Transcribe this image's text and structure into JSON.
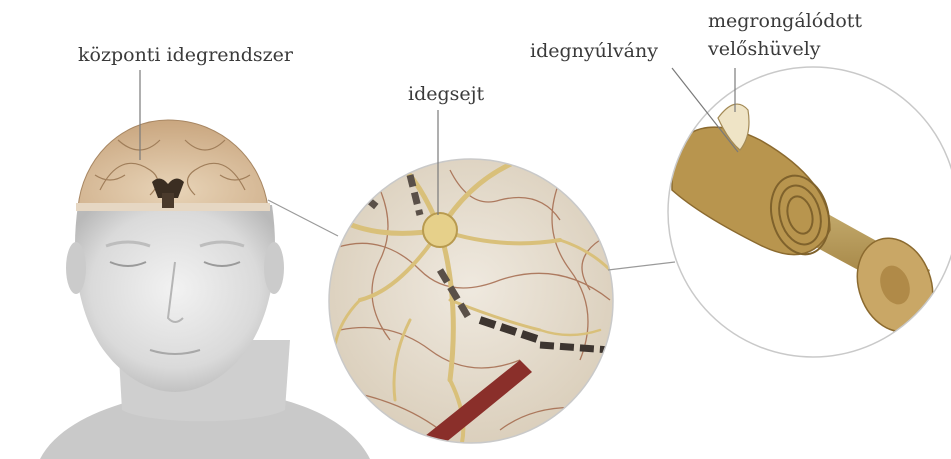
{
  "labels": {
    "central_nervous_system": "központi idegrendszer",
    "neuron": "idegsejt",
    "axon": "idegnyúlvány",
    "damaged_myelin_line1": "megrongálódott",
    "damaged_myelin_line2": "velőshüvely"
  },
  "colors": {
    "background": "#ffffff",
    "label_text": "#3a3a3a",
    "leader_line": "#7a7a7a",
    "head_skin": "#dcdcdc",
    "brain_tissue": "#d8bc97",
    "nerve_fiber": "#d9c07a",
    "myelin": "#b8954e",
    "blood_vessel": "#8a2f2a"
  }
}
